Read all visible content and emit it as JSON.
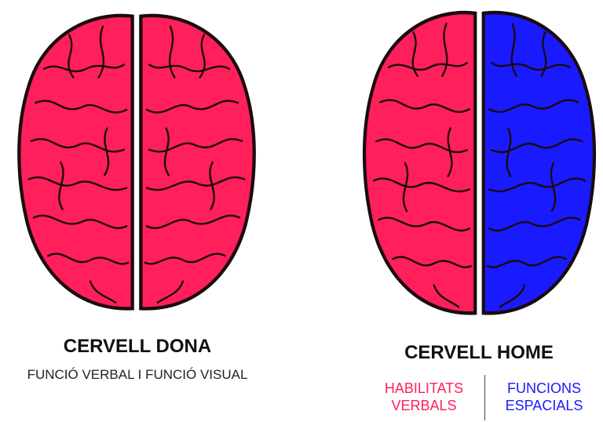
{
  "colors": {
    "red": "#ff1f5a",
    "blue": "#1a1aff",
    "outline": "#1a0a10"
  },
  "left_panel": {
    "title": "CERVELL DONA",
    "subtitle": "FUNCIÓ VERBAL I FUNCIÓ VISUAL",
    "left_hemisphere_color": "red",
    "right_hemisphere_color": "red"
  },
  "right_panel": {
    "title": "CERVELL HOME",
    "left_hemisphere_color": "red",
    "right_hemisphere_color": "blue",
    "labels": [
      {
        "line1": "HABILITATS",
        "line2": "VERBALS"
      },
      {
        "line1": "FUNCIONS",
        "line2": "ESPACIALS"
      }
    ]
  }
}
